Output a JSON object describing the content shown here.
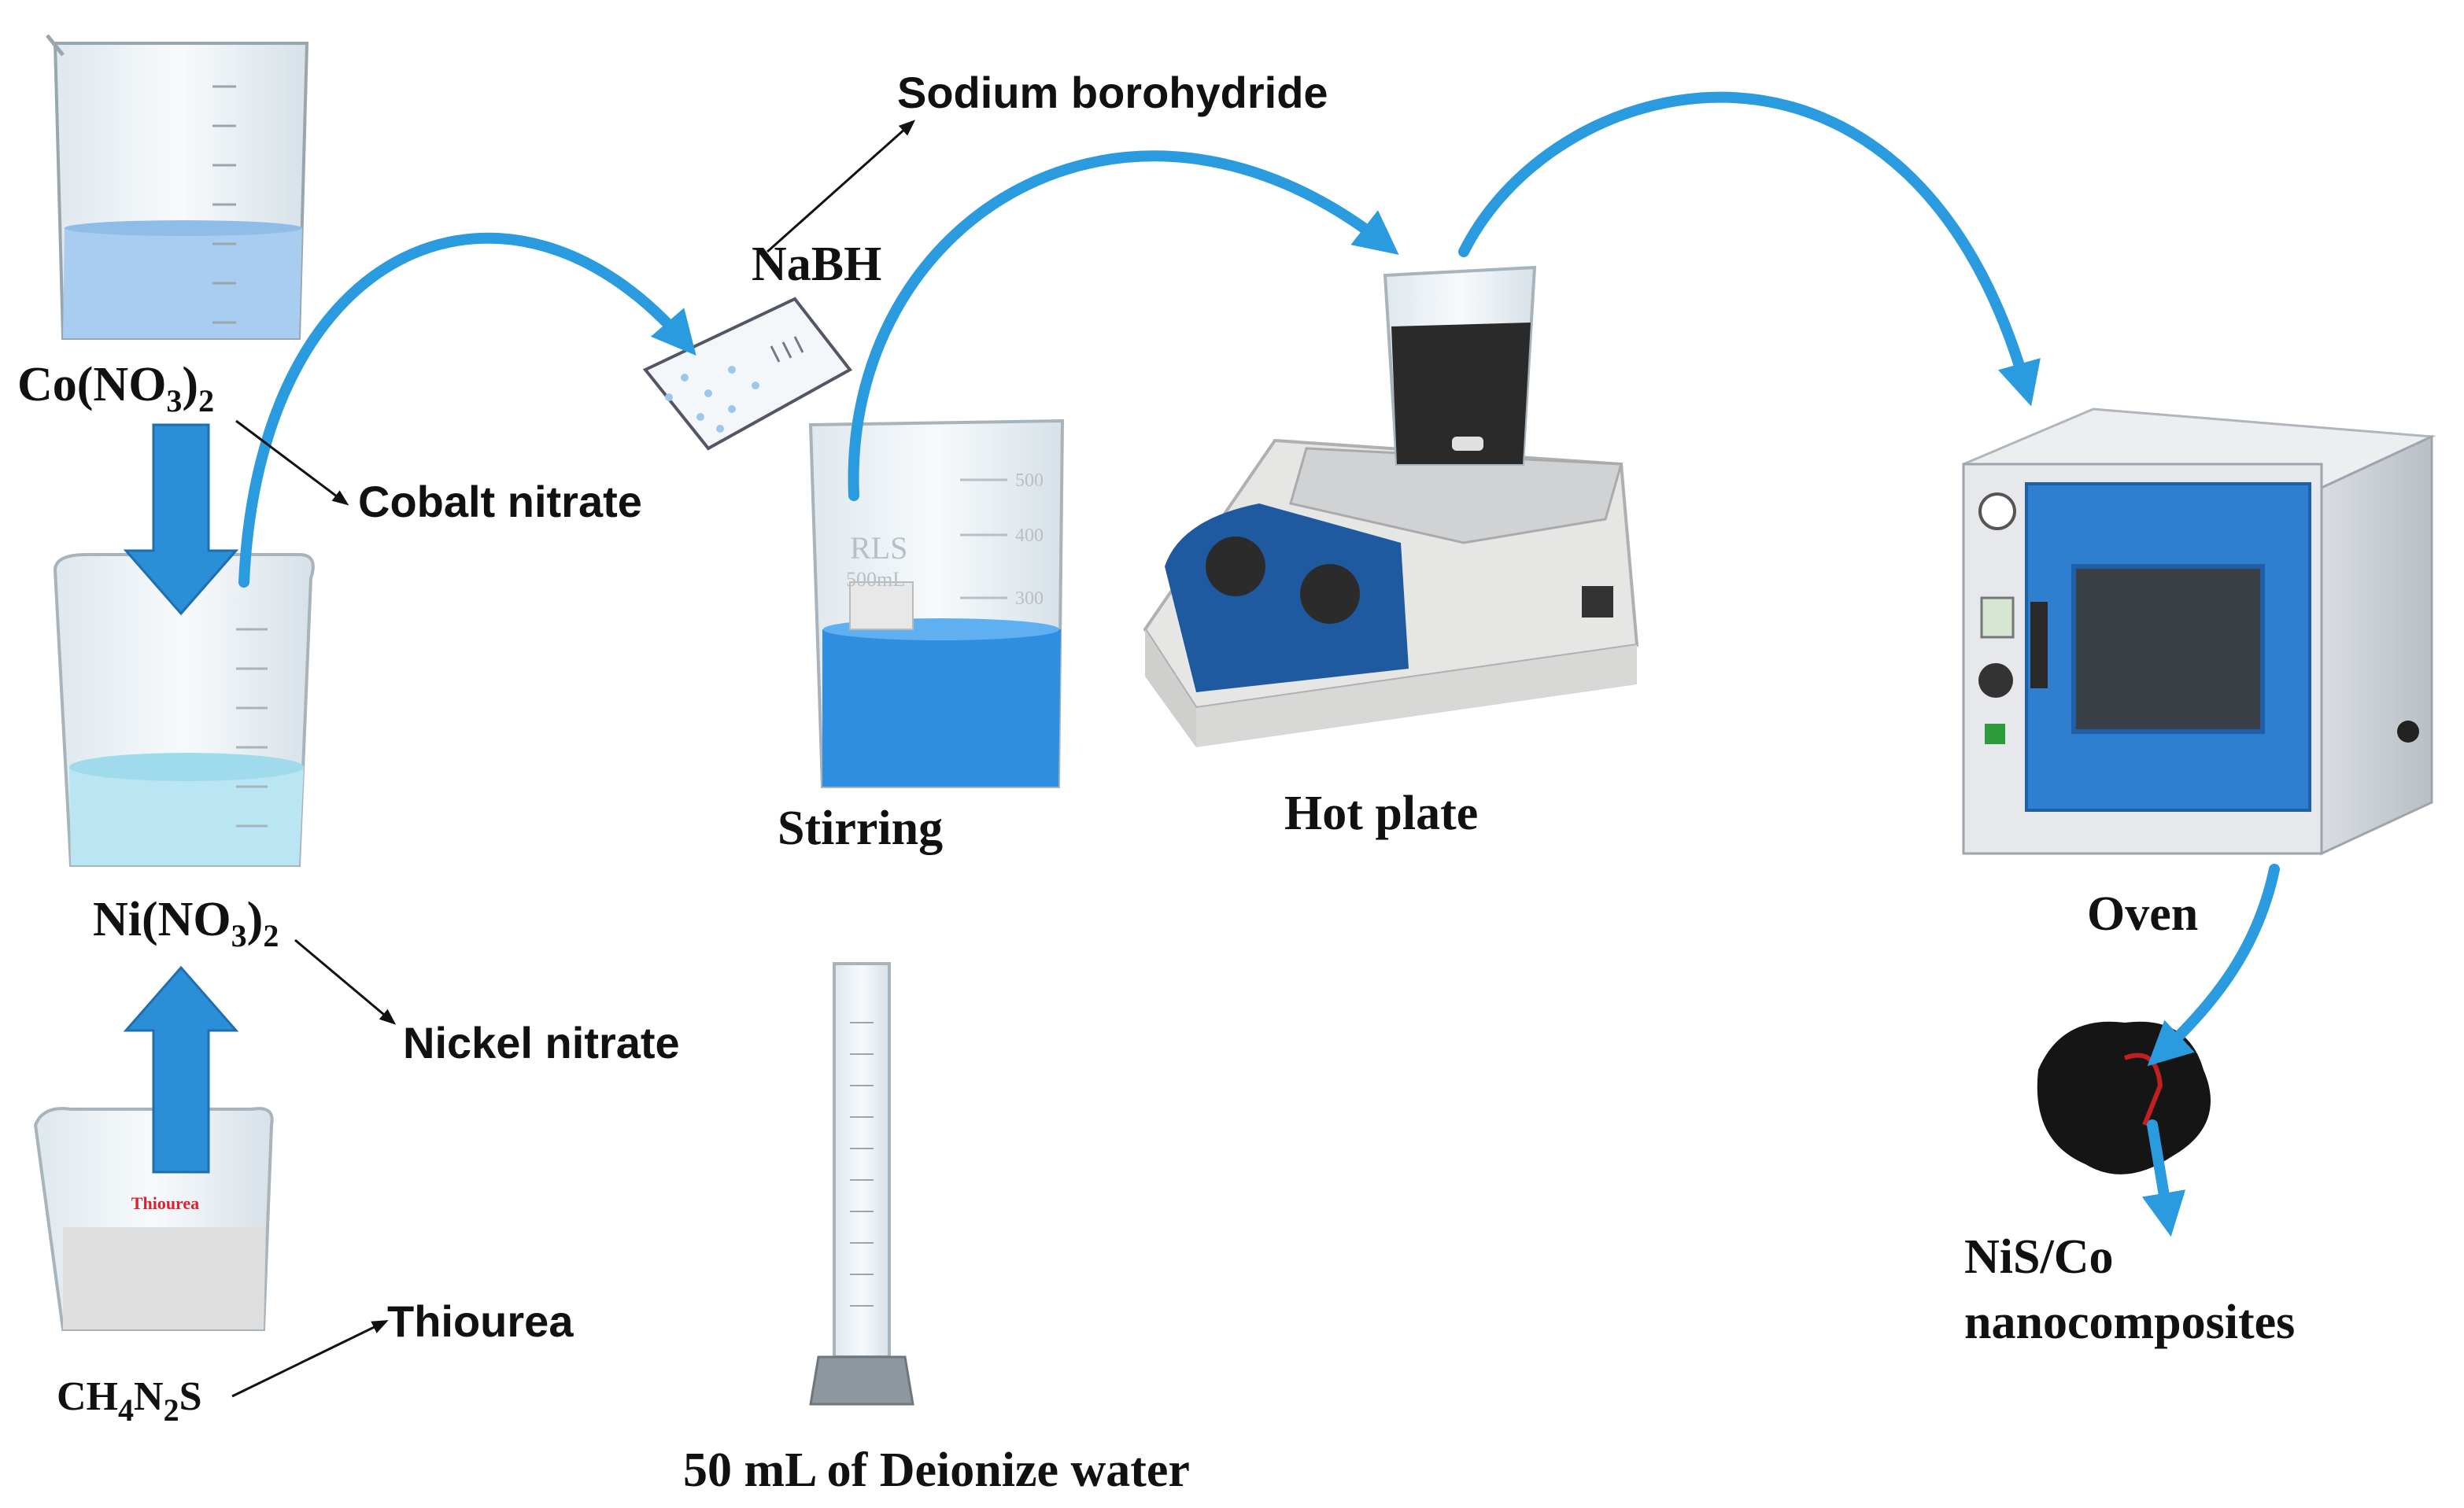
{
  "formulas": {
    "cobalt": {
      "base": "Co(NO",
      "sub1": "3",
      "close": ")",
      "sub2": "2"
    },
    "nickel": {
      "base": "Ni(NO",
      "sub1": "3",
      "close": ")",
      "sub2": "2"
    },
    "thiourea": {
      "p1": "CH",
      "s1": "4",
      "p2": "N",
      "s2": "2",
      "p3": "S"
    },
    "nabh": "NaBH"
  },
  "names": {
    "cobalt": "Cobalt nitrate",
    "nickel": "Nickel nitrate",
    "thiourea": "Thiourea",
    "sodium": "Sodium borohydride"
  },
  "steps": {
    "stirring": "Stirring",
    "hotplate": "Hot plate",
    "oven": "Oven",
    "water": "50 mL of Deionize water",
    "product_line1": "NiS/Co",
    "product_line2": "nanocomposites"
  },
  "equipment_text": {
    "beaker_brand": "RLS",
    "beaker_volume": "500mL",
    "beaker_marks": [
      "500",
      "400",
      "300"
    ],
    "thiourea_beaker_label": "Thiourea"
  },
  "colors": {
    "flow_arrow": "#2b9be0",
    "block_arrow": "#2a8fd6",
    "cobalt_solution": "#a8cdf0",
    "nickel_solution": "#b9e6f2",
    "stirring_solution": "#2e8fe0",
    "oven_door": "#2f7fd0"
  }
}
